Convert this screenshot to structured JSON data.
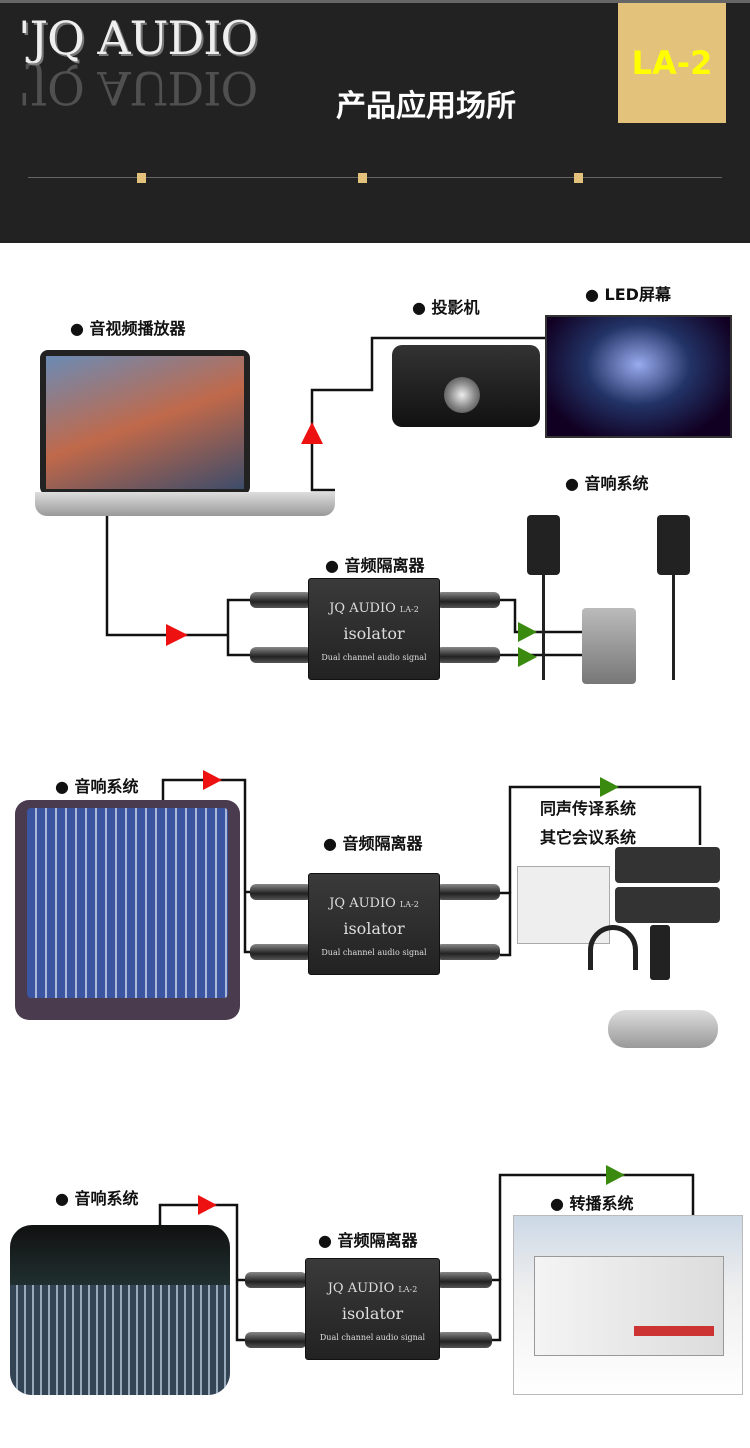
{
  "header": {
    "logo": "'JQ AUDIO",
    "title": "产品应用场所",
    "model": "LA-2"
  },
  "section1": {
    "player": "● 音视频播放器",
    "projector": "● 投影机",
    "led": "● LED屏幕",
    "speakers": "● 音响系统",
    "isolator": "● 音频隔离器"
  },
  "section2": {
    "speakers": "● 音响系统",
    "isolator": "● 音频隔离器",
    "interp": "同声传译系统",
    "conf": "其它会议系统"
  },
  "section3": {
    "speakers": "● 音响系统",
    "isolator": "● 音频隔离器",
    "broadcast": "● 转播系统"
  },
  "isolator_device": {
    "brand": "JQ AUDIO",
    "model": "LA-2",
    "name": "isolator",
    "desc": "Dual channel audio signal"
  },
  "colors": {
    "gold": "#e3c27c",
    "yellow": "#ffff00",
    "arrow_red": "#ee1111",
    "arrow_green": "#3a8a10"
  }
}
